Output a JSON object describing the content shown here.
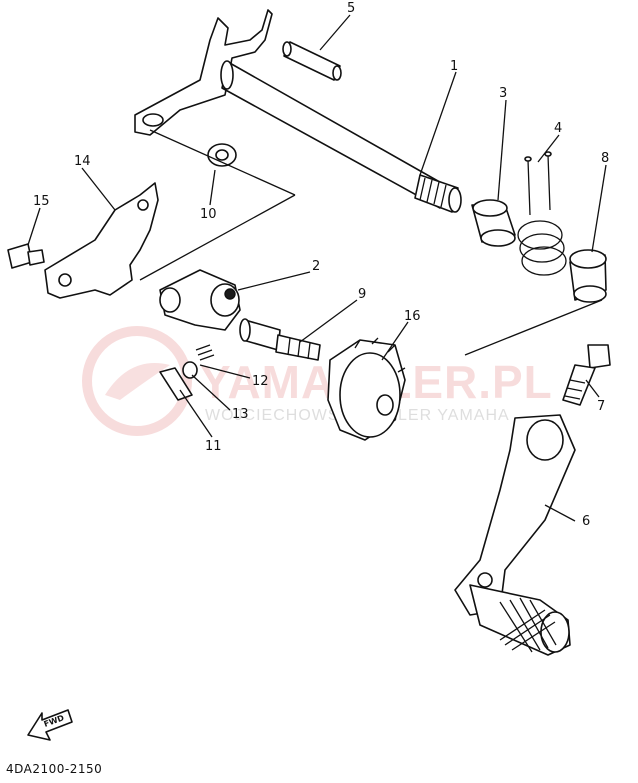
{
  "diagram_code": "4DA2100-2150",
  "fwd_label": "FWD",
  "watermark": {
    "text": "YAMADILER.PL",
    "subtext": "WOJCIECHOWSKI DEALER YAMAHA"
  },
  "callouts": [
    "1",
    "2",
    "3",
    "4",
    "5",
    "6",
    "7",
    "8",
    "9",
    "10",
    "11",
    "12",
    "13",
    "14",
    "15",
    "16"
  ]
}
